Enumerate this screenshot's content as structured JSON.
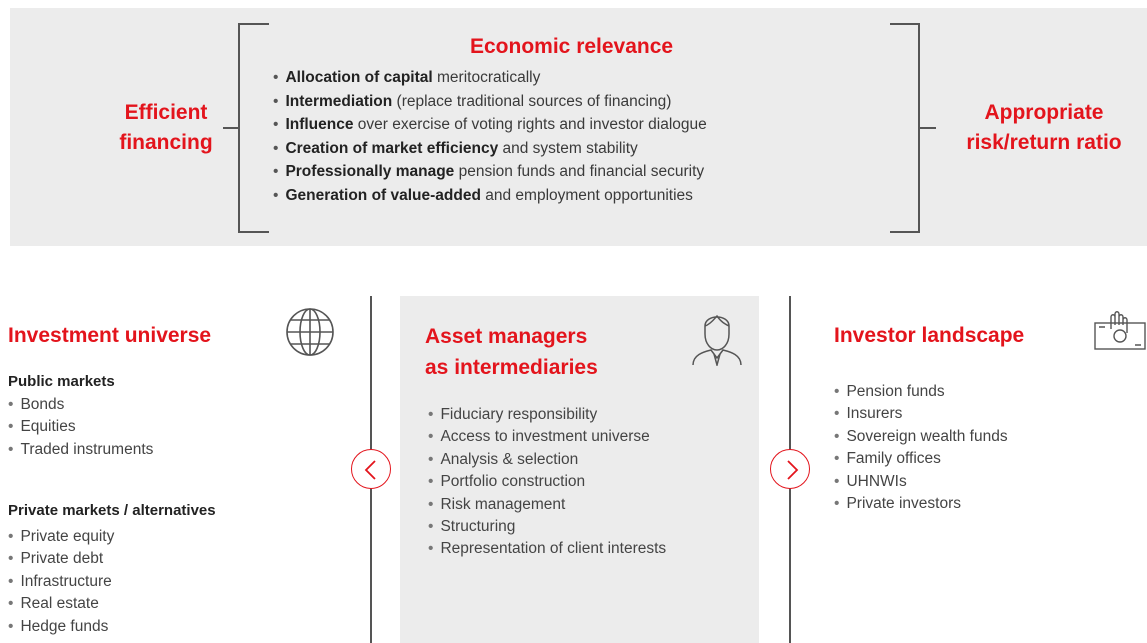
{
  "top": {
    "left_label_lines": [
      "Efficient",
      "financing"
    ],
    "right_label_lines": [
      "Appropriate",
      "risk/return ratio"
    ],
    "center_title": "Economic relevance",
    "items": [
      {
        "bold": "Allocation of capital",
        "rest": " meritocratically"
      },
      {
        "bold": "Intermediation",
        "rest": " (replace traditional sources of financing)"
      },
      {
        "bold": "Influence",
        "rest": " over exercise of voting rights and investor dialogue"
      },
      {
        "bold": "Creation of market efficiency",
        "rest": " and system stability"
      },
      {
        "bold": "Professionally manage",
        "rest": " pension funds and financial security"
      },
      {
        "bold": "Generation of value-added",
        "rest": " and employment opportunities"
      }
    ]
  },
  "left_col": {
    "title": "Investment universe",
    "icon": "globe-icon",
    "public_heading": "Public markets",
    "public_items": [
      "Bonds",
      "Equities",
      "Traded instruments"
    ],
    "private_heading": "Private markets / alternatives",
    "private_items": [
      "Private equity",
      "Private debt",
      "Infrastructure",
      "Real estate",
      "Hedge funds"
    ]
  },
  "mid_col": {
    "title_lines": [
      "Asset managers",
      "as intermediaries"
    ],
    "icon": "businessman-icon",
    "items": [
      "Fiduciary responsibility",
      "Access to investment universe",
      "Analysis & selection",
      "Portfolio construction",
      "Risk management",
      "Structuring",
      "Representation of client interests"
    ]
  },
  "right_col": {
    "title": "Investor landscape",
    "icon": "money-hand-icon",
    "items": [
      "Pension funds",
      "Insurers",
      "Sovereign wealth funds",
      "Family offices",
      "UHNWIs",
      "Private investors"
    ]
  },
  "nav": {
    "prev_icon": "chevron-left-icon",
    "next_icon": "chevron-right-icon"
  },
  "colors": {
    "accent": "#e3141c",
    "panel": "#ececec",
    "text": "#444444"
  }
}
